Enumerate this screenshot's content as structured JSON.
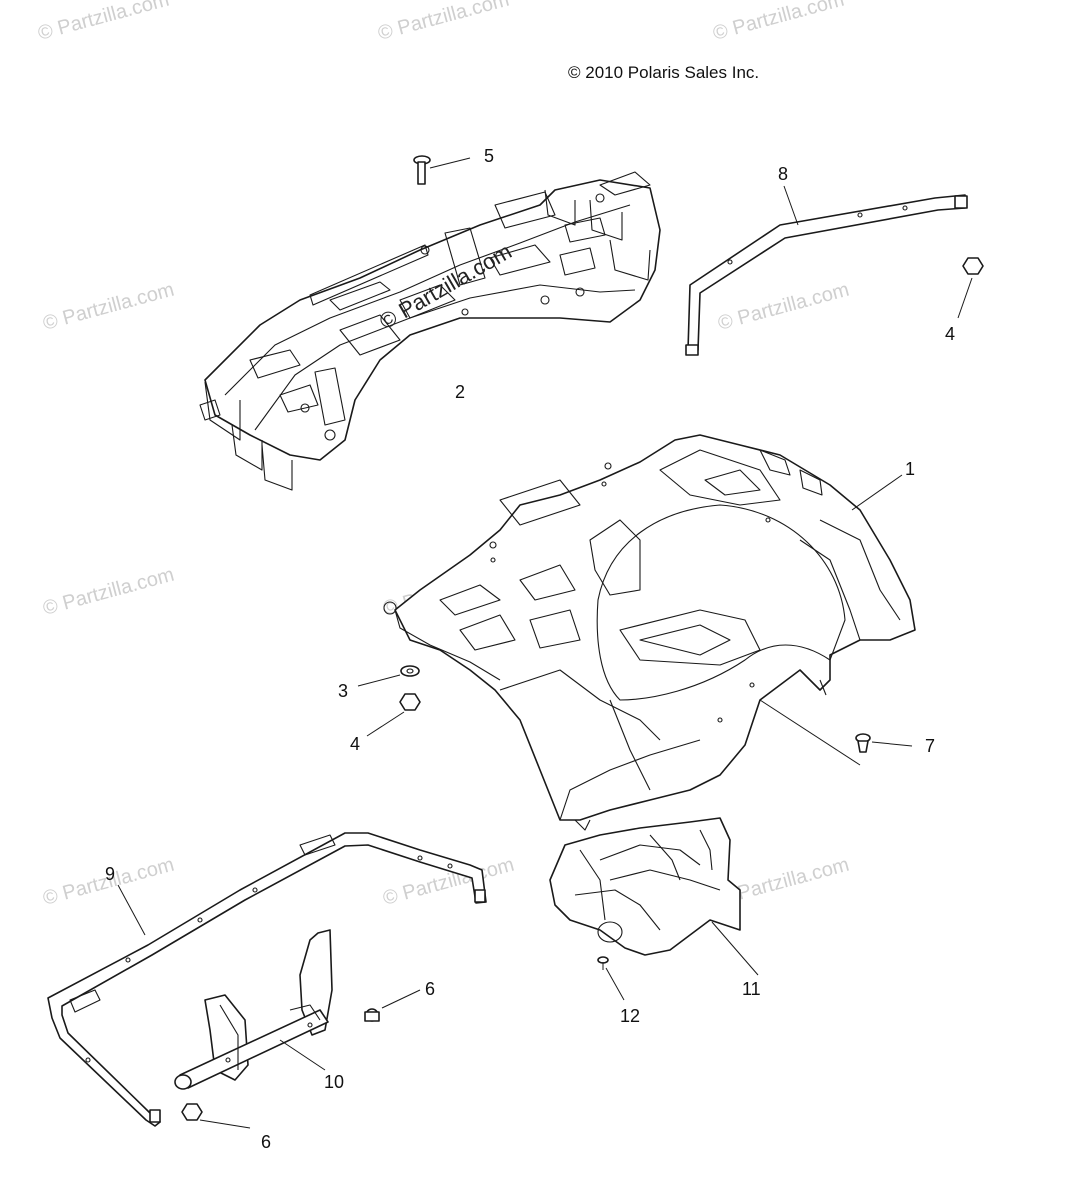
{
  "copyright": "© 2010 Polaris Sales Inc.",
  "watermark": "© Partzilla.com",
  "callouts": [
    "1",
    "2",
    "3",
    "4",
    "4",
    "5",
    "6",
    "6",
    "7",
    "8",
    "9",
    "10",
    "11",
    "12"
  ],
  "colors": {
    "line": "#1a1a1a",
    "watermark": "#cfcfcf",
    "background": "#ffffff"
  }
}
